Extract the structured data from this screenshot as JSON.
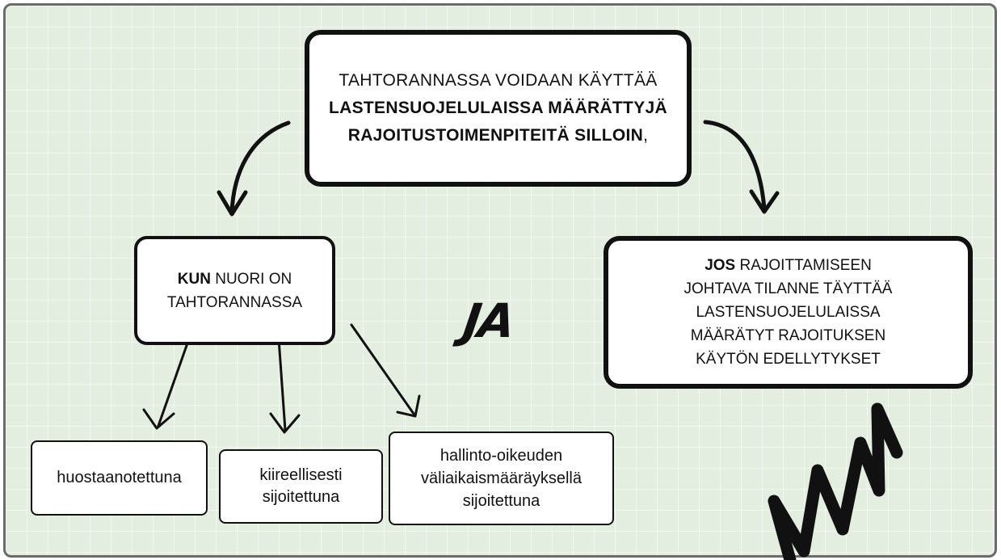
{
  "top_box": {
    "line1": "TAHTORANNASSA VOIDAAN KÄYTTÄÄ",
    "line2_bold": "LASTENSUOJELULAISSA MÄÄRÄTTYJÄ",
    "line3_bold": "RAJOITUSTOIMENPITEITÄ SILLOIN",
    "line3_tail": ","
  },
  "left_branch": {
    "keyword": "KUN",
    "line1_rest": " NUORI ON",
    "line2": "TAHTORANNASSA"
  },
  "connector": "JA",
  "right_branch": {
    "keyword": "JOS",
    "line1_rest": " RAJOITTAMISEEN",
    "line2": "JOHTAVA TILANNE TÄYTTÄÄ",
    "line3": "LASTENSUOJELULAISSA",
    "line4": "MÄÄRÄTYT RAJOITUKSEN",
    "line5": "KÄYTÖN EDELLYTYKSET"
  },
  "leaves": {
    "leaf1": "huostaanotettuna",
    "leaf2_line1": "kiireellisesti",
    "leaf2_line2": "sijoitettuna",
    "leaf3_line1": "hallinto-oikeuden",
    "leaf3_line2": "väliaikaismääräyksellä",
    "leaf3_line3": "sijoitettuna"
  },
  "colors": {
    "background": "#e4eee0",
    "ink": "#111111",
    "frame": "#6b6b6b"
  }
}
